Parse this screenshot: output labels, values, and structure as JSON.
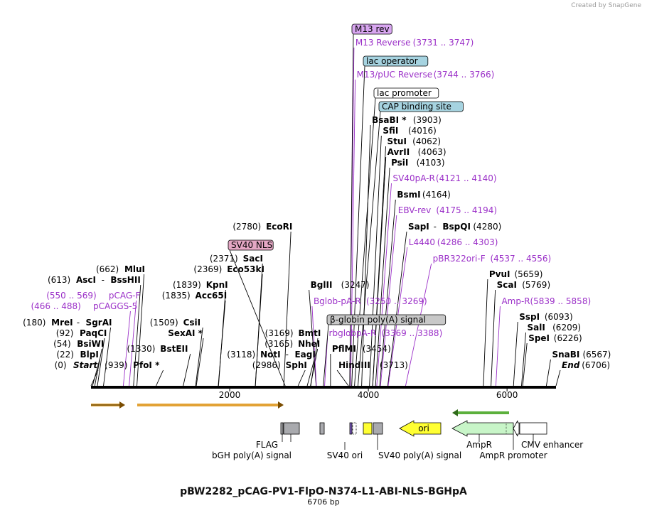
{
  "brand": "Created by SnapGene",
  "title": "pBW2282_pCAG-PV1-FlpO-N374-L1-ABI-NLS-BGHpA",
  "subtitle": "6706 bp",
  "length": 6706,
  "scale": {
    "ticks": [
      2000,
      4000,
      6000
    ]
  },
  "colors": {
    "primer": "#9b30c8",
    "line": "#000000",
    "ampr": "#c8f5c8",
    "ori": "#ffff33",
    "lac": "#a6d3e0",
    "m13": "#d8a6f0",
    "sv40nls": "#e4a7c4",
    "globin": "#c8c8c8",
    "grey_box": "#a9aaae"
  },
  "left_labels": [
    {
      "pos": 613,
      "row": 398,
      "text": [
        {
          "t": "(613)",
          "k": "pos"
        },
        {
          "t": "AscI",
          "k": "enz"
        },
        {
          "t": "-",
          "k": "pos"
        },
        {
          "t": "BssHII",
          "k": "enz"
        }
      ]
    },
    {
      "pos": 662,
      "row": 383,
      "text": [
        {
          "t": "(662)",
          "k": "pos"
        },
        {
          "t": "MluI",
          "k": "enz"
        }
      ]
    },
    {
      "pos": 550,
      "row": 420,
      "text": [
        {
          "t": "(550 .. 569)",
          "k": "prim"
        },
        {
          "t": "pCAG-F",
          "k": "prim"
        }
      ]
    },
    {
      "pos": 466,
      "row": 435,
      "text": [
        {
          "t": "(466 .. 488)",
          "k": "prim"
        },
        {
          "t": "pCAGGS-5",
          "k": "prim"
        }
      ]
    },
    {
      "pos": 180,
      "row": 458,
      "text": [
        {
          "t": "(180)",
          "k": "pos"
        },
        {
          "t": "MreI",
          "k": "enz"
        },
        {
          "t": "-",
          "k": "pos"
        },
        {
          "t": "SgrAI",
          "k": "enz"
        }
      ]
    },
    {
      "pos": 92,
      "row": 473,
      "text": [
        {
          "t": "(92)",
          "k": "pos"
        },
        {
          "t": "PaqCI",
          "k": "enz"
        }
      ]
    },
    {
      "pos": 54,
      "row": 488,
      "text": [
        {
          "t": "(54)",
          "k": "pos"
        },
        {
          "t": "BsiWI",
          "k": "enz"
        }
      ]
    },
    {
      "pos": 22,
      "row": 503,
      "text": [
        {
          "t": "(22)",
          "k": "pos"
        },
        {
          "t": "BlpI",
          "k": "enz"
        }
      ]
    },
    {
      "pos": 0,
      "row": 518,
      "text": [
        {
          "t": "(0)",
          "k": "pos"
        },
        {
          "t": "Start",
          "k": "enz"
        }
      ]
    },
    {
      "pos": 1330,
      "row": 495,
      "text": [
        {
          "t": "(1330)",
          "k": "pos"
        },
        {
          "t": "BstEII",
          "k": "enz"
        }
      ]
    },
    {
      "pos": 939,
      "row": 518,
      "text": [
        {
          "t": "(939)",
          "k": "pos"
        },
        {
          "t": "PfoI *",
          "k": "enz"
        }
      ]
    },
    {
      "pos": 1839,
      "row": 405,
      "text": [
        {
          "t": "(1839)",
          "k": "pos"
        },
        {
          "t": "KpnI",
          "k": "enz"
        }
      ]
    },
    {
      "pos": 1835,
      "row": 420,
      "text": [
        {
          "t": "(1835)",
          "k": "pos"
        },
        {
          "t": "Acc65I",
          "k": "enz"
        }
      ]
    },
    {
      "pos": 1509,
      "row": 458,
      "text": [
        {
          "t": "(1509)",
          "k": "pos"
        },
        {
          "t": "CsiI",
          "k": "enz"
        }
      ]
    },
    {
      "pos": 1518,
      "row": 473,
      "text": [
        {
          "t": "SexAI *",
          "k": "enz"
        }
      ]
    },
    {
      "pos": 2371,
      "row": 368,
      "text": [
        {
          "t": "(2371)",
          "k": "pos"
        },
        {
          "t": "SacI",
          "k": "enz"
        }
      ]
    },
    {
      "pos": 2369,
      "row": 383,
      "text": [
        {
          "t": "(2369)",
          "k": "pos"
        },
        {
          "t": "Eco53kI",
          "k": "enz"
        }
      ]
    },
    {
      "pos": 2780,
      "row": 323,
      "text": [
        {
          "t": "(2780)",
          "k": "pos"
        },
        {
          "t": "EcoRI",
          "k": "enz"
        }
      ]
    },
    {
      "pos": 3169,
      "row": 473,
      "text": [
        {
          "t": "(3169)",
          "k": "pos"
        },
        {
          "t": "BmtI",
          "k": "enz"
        }
      ]
    },
    {
      "pos": 3165,
      "row": 488,
      "text": [
        {
          "t": "(3165)",
          "k": "pos"
        },
        {
          "t": "NheI",
          "k": "enz"
        }
      ]
    },
    {
      "pos": 3118,
      "row": 503,
      "text": [
        {
          "t": "(3118)",
          "k": "pos"
        },
        {
          "t": "NotI",
          "k": "enz"
        },
        {
          "t": "-",
          "k": "pos"
        },
        {
          "t": "EagI",
          "k": "enz"
        }
      ]
    },
    {
      "pos": 2986,
      "row": 518,
      "text": [
        {
          "t": "(2986)",
          "k": "pos"
        },
        {
          "t": "SphI",
          "k": "enz"
        }
      ]
    }
  ],
  "right_labels": [
    {
      "pos": 3731,
      "row": 64,
      "text": [
        {
          "t": "M13 Reverse",
          "k": "prim"
        },
        {
          "t": "(3731 .. 3747)",
          "k": "prim"
        }
      ]
    },
    {
      "pos": 3744,
      "row": 109,
      "text": [
        {
          "t": "M13/pUC Reverse",
          "k": "prim"
        },
        {
          "t": "(3744 .. 3766)",
          "k": "prim"
        }
      ]
    },
    {
      "pos": 3903,
      "row": 173,
      "text": [
        {
          "t": "BsaBI *",
          "k": "enz"
        },
        {
          "t": "(3903)",
          "k": "pos"
        }
      ]
    },
    {
      "pos": 4016,
      "row": 188,
      "text": [
        {
          "t": "SfiI",
          "k": "enz"
        },
        {
          "t": "(4016)",
          "k": "pos"
        }
      ]
    },
    {
      "pos": 4062,
      "row": 203,
      "text": [
        {
          "t": "StuI",
          "k": "enz"
        },
        {
          "t": "(4062)",
          "k": "pos"
        }
      ]
    },
    {
      "pos": 4063,
      "row": 218,
      "text": [
        {
          "t": "AvrII",
          "k": "enz"
        },
        {
          "t": "(4063)",
          "k": "pos"
        }
      ]
    },
    {
      "pos": 4103,
      "row": 233,
      "text": [
        {
          "t": "PsiI",
          "k": "enz"
        },
        {
          "t": "(4103)",
          "k": "pos"
        }
      ]
    },
    {
      "pos": 4121,
      "row": 255,
      "text": [
        {
          "t": "SV40pA-R",
          "k": "prim"
        },
        {
          "t": "(4121 .. 4140)",
          "k": "prim"
        }
      ]
    },
    {
      "pos": 4164,
      "row": 278,
      "text": [
        {
          "t": "BsmI",
          "k": "enz"
        },
        {
          "t": "(4164)",
          "k": "pos"
        }
      ]
    },
    {
      "pos": 4175,
      "row": 300,
      "text": [
        {
          "t": "EBV-rev",
          "k": "prim"
        },
        {
          "t": "(4175 .. 4194)",
          "k": "prim"
        }
      ]
    },
    {
      "pos": 4280,
      "row": 323,
      "text": [
        {
          "t": "SapI",
          "k": "enz"
        },
        {
          "t": "-",
          "k": "pos"
        },
        {
          "t": "BspQI",
          "k": "enz"
        },
        {
          "t": "(4280)",
          "k": "pos"
        }
      ]
    },
    {
      "pos": 4286,
      "row": 345,
      "text": [
        {
          "t": "L4440",
          "k": "prim"
        },
        {
          "t": "(4286 .. 4303)",
          "k": "prim"
        }
      ]
    },
    {
      "pos": 4537,
      "row": 368,
      "text": [
        {
          "t": "pBR322ori-F",
          "k": "prim"
        },
        {
          "t": "(4537 .. 4556)",
          "k": "prim"
        }
      ]
    },
    {
      "pos": 3247,
      "row": 405,
      "text": [
        {
          "t": "BglII",
          "k": "enz"
        },
        {
          "t": "(3247)",
          "k": "pos"
        }
      ]
    },
    {
      "pos": 3250,
      "row": 428,
      "text": [
        {
          "t": "Bglob-pA-R",
          "k": "prim"
        },
        {
          "t": "(3250 .. 3269)",
          "k": "prim"
        }
      ]
    },
    {
      "pos": 3369,
      "row": 473,
      "text": [
        {
          "t": "rbglobpA-R",
          "k": "prim"
        },
        {
          "t": "(3369 .. 3388)",
          "k": "prim"
        }
      ]
    },
    {
      "pos": 3454,
      "row": 495,
      "text": [
        {
          "t": "PflMI",
          "k": "enz"
        },
        {
          "t": "(3454)",
          "k": "pos"
        }
      ]
    },
    {
      "pos": 3713,
      "row": 518,
      "text": [
        {
          "t": "HindIII",
          "k": "enz"
        },
        {
          "t": "(3713)",
          "k": "pos"
        }
      ]
    },
    {
      "pos": 5659,
      "row": 390,
      "text": [
        {
          "t": "PvuI",
          "k": "enz"
        },
        {
          "t": "(5659)",
          "k": "pos"
        }
      ]
    },
    {
      "pos": 5769,
      "row": 405,
      "text": [
        {
          "t": "ScaI",
          "k": "enz"
        },
        {
          "t": "(5769)",
          "k": "pos"
        }
      ]
    },
    {
      "pos": 5839,
      "row": 428,
      "text": [
        {
          "t": "Amp-R",
          "k": "prim"
        },
        {
          "t": "(5839 .. 5858)",
          "k": "prim"
        }
      ]
    },
    {
      "pos": 6093,
      "row": 450,
      "text": [
        {
          "t": "SspI",
          "k": "enz"
        },
        {
          "t": "(6093)",
          "k": "pos"
        }
      ]
    },
    {
      "pos": 6209,
      "row": 465,
      "text": [
        {
          "t": "SalI",
          "k": "enz"
        },
        {
          "t": "(6209)",
          "k": "pos"
        }
      ]
    },
    {
      "pos": 6226,
      "row": 480,
      "text": [
        {
          "t": "SpeI",
          "k": "enz"
        },
        {
          "t": "(6226)",
          "k": "pos"
        }
      ]
    },
    {
      "pos": 6567,
      "row": 503,
      "text": [
        {
          "t": "SnaBI",
          "k": "enz"
        },
        {
          "t": "(6567)",
          "k": "pos"
        }
      ]
    },
    {
      "pos": 6706,
      "row": 518,
      "text": [
        {
          "t": "End",
          "k": "enz"
        },
        {
          "t": "(6706)",
          "k": "pos"
        }
      ]
    }
  ],
  "feature_boxes": [
    {
      "label": "M13 rev",
      "pos": 3731,
      "row": 41,
      "color": "#d8a6f0"
    },
    {
      "label": "lac operator",
      "pos": 3760,
      "row": 86,
      "color": "#a6d3e0"
    },
    {
      "label": "lac promoter",
      "pos": 3800,
      "row": 131,
      "color": "#ffffff"
    },
    {
      "label": "CAP binding site",
      "pos": 3850,
      "row": 150,
      "color": "#a6d3e0"
    },
    {
      "label": "SV40 NLS",
      "pos": 2800,
      "row": 345,
      "color": "#e4a7c4"
    },
    {
      "label": "β-globin poly(A) signal",
      "pos": 3350,
      "row": 450,
      "color": "#c8c8c8"
    }
  ],
  "feature_labels": [
    {
      "text": "FLAG",
      "row": 626
    },
    {
      "text": "bGH poly(A) signal",
      "row": 641
    },
    {
      "text": "SV40 ori",
      "row": 641
    },
    {
      "text": "SV40 poly(A) signal",
      "row": 641
    },
    {
      "text": "ori",
      "row": 603
    },
    {
      "text": "AmpR",
      "row": 626
    },
    {
      "text": "AmpR promoter",
      "row": 641
    },
    {
      "text": "CMV enhancer",
      "row": 626
    }
  ]
}
